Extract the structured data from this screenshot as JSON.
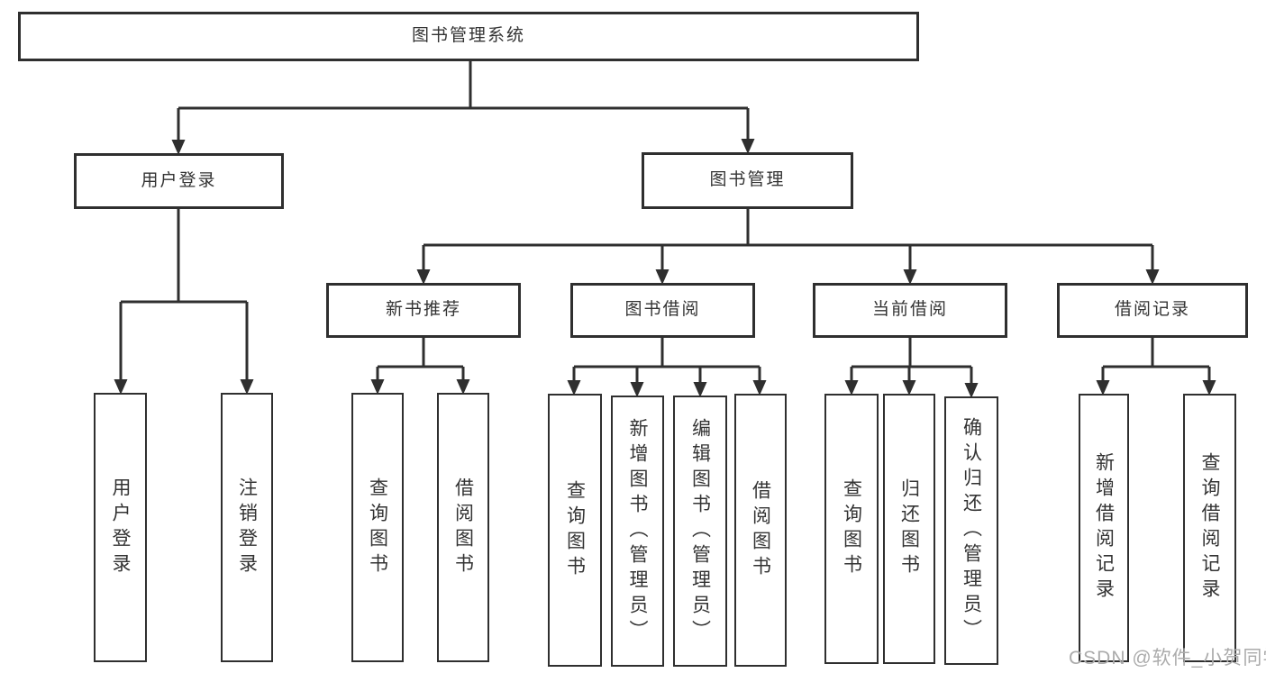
{
  "diagram": {
    "title": "图书管理系统",
    "user_login": {
      "label": "用户登录",
      "children": {
        "login": "用户登录",
        "logout": "注销登录"
      }
    },
    "book_mgmt": {
      "label": "图书管理",
      "new_books": {
        "label": "新书推荐",
        "children": {
          "query": "查询图书",
          "borrow": "借阅图书"
        }
      },
      "borrowing": {
        "label": "图书借阅",
        "children": {
          "query": "查询图书",
          "add": "新增图书（管理员）",
          "edit": "编辑图书（管理员）",
          "borrow": "借阅图书"
        }
      },
      "current": {
        "label": "当前借阅",
        "children": {
          "query": "查询图书",
          "return": "归还图书",
          "confirm": "确认归还（管理员）"
        }
      },
      "records": {
        "label": "借阅记录",
        "children": {
          "add": "新增借阅记录",
          "query": "查询借阅记录"
        }
      }
    }
  },
  "watermark": "CSDN @软件_小贺同学",
  "colors": {
    "line": "#2f2f2f",
    "box_border": "#2f2f2f",
    "text": "#333333",
    "watermark": "#ababab",
    "background": "#ffffff"
  }
}
